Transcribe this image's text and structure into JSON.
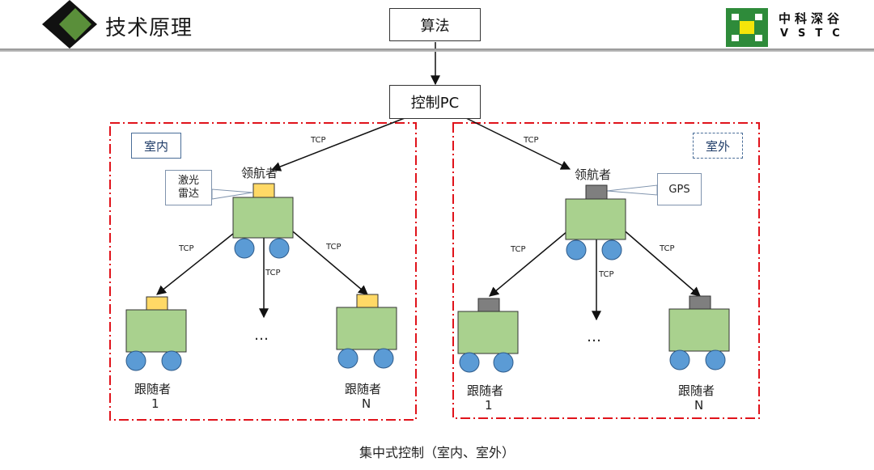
{
  "header": {
    "title": "技术原理"
  },
  "logo": {
    "name_cn": "中科深谷",
    "name_en": "VSTC"
  },
  "nodes": {
    "algorithm": "算法",
    "control_pc": "控制PC"
  },
  "indoor": {
    "region_label": "室内",
    "leader_label": "领航者",
    "sensor_callout": "激光\n雷达",
    "follower_label": "跟随者",
    "follower_1_index": "1",
    "follower_n_index": "N",
    "ellipsis": "…"
  },
  "outdoor": {
    "region_label": "室外",
    "leader_label": "领航者",
    "sensor_callout": "GPS",
    "follower_label": "跟随者",
    "follower_1_index": "1",
    "follower_n_index": "N",
    "ellipsis": "…"
  },
  "link_label": "TCP",
  "caption": "集中式控制（室内、室外）",
  "colors": {
    "robot_body": "#a9d18e",
    "wheel": "#5b9bd5",
    "lidar_sensor": "#ffd966",
    "gps_sensor": "#7f7f7f",
    "region_border": "#e0131b",
    "logo_green": "#2e8b3a",
    "logo_yellow": "#f5e50a"
  }
}
